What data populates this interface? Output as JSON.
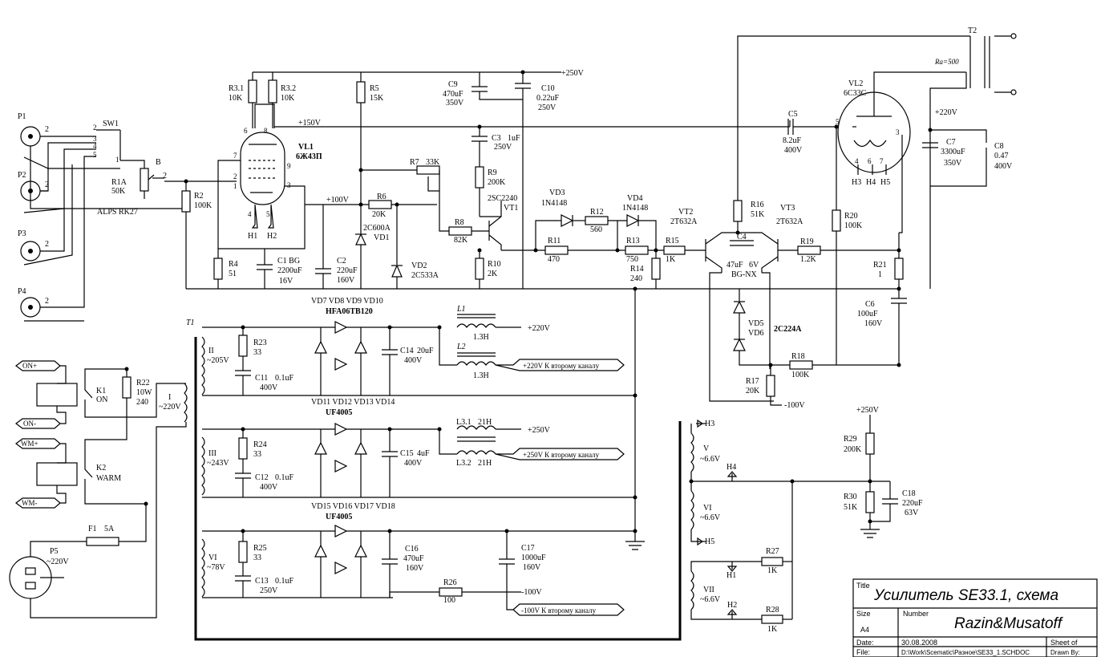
{
  "sources": {
    "p1": {
      "ref": "P1",
      "pin": "2"
    },
    "p2": {
      "ref": "P2",
      "pin": "2"
    },
    "p3": {
      "ref": "P3",
      "pin": "2"
    },
    "p4": {
      "ref": "P4",
      "pin": "2"
    },
    "sw1": {
      "ref": "SW1",
      "pins": [
        "2",
        "3",
        "4",
        "5",
        "1"
      ]
    }
  },
  "input": {
    "r1a": {
      "ref": "R1A",
      "value": "50K",
      "model": "ALPS RK27",
      "wiper": "B",
      "pin": "2"
    },
    "r2": {
      "ref": "R2",
      "value": "100K"
    },
    "r4": {
      "ref": "R4",
      "value": "51"
    },
    "c1": {
      "ref": "C1 BG",
      "value": "2200uF",
      "volt": "16V"
    },
    "c2": {
      "ref": "C2",
      "value": "220uF",
      "volt": "160V"
    },
    "r31": {
      "ref": "R3.1",
      "value": "10K"
    },
    "r32": {
      "ref": "R3.2",
      "value": "10K"
    },
    "r5": {
      "ref": "R5",
      "value": "15K"
    },
    "vl1": {
      "ref": "VL1",
      "model": "6Ж43П",
      "pins": [
        "7",
        "2",
        "1",
        "9",
        "3",
        "4",
        "5",
        "6",
        "8"
      ],
      "heaters": [
        "H1",
        "H2"
      ]
    },
    "v150": "+150V",
    "v100": "+100V",
    "r6": {
      "ref": "R6",
      "value": "20K"
    },
    "vd1": {
      "ref": "VD1",
      "model": "2C600A"
    },
    "vd2": {
      "ref": "VD2",
      "model": "2C533A"
    },
    "r7": {
      "ref": "R7",
      "value": "33K"
    },
    "r8": {
      "ref": "R8",
      "value": "82K"
    },
    "r9": {
      "ref": "R9",
      "value": "200K"
    },
    "r10": {
      "ref": "R10",
      "value": "2K"
    },
    "vt1": {
      "ref": "VT1",
      "model": "2SC2240"
    },
    "c3": {
      "ref": "C3",
      "value": "1uF",
      "volt": "250V"
    },
    "c9": {
      "ref": "C9",
      "value": "470uF",
      "volt": "350V"
    },
    "c10": {
      "ref": "C10",
      "value": "0.22uF",
      "volt": "250V"
    },
    "v250": "+250V"
  },
  "driver": {
    "vd3": {
      "ref": "VD3",
      "model": "1N4148"
    },
    "vd4": {
      "ref": "VD4",
      "model": "1N4148"
    },
    "r11": {
      "ref": "R11",
      "value": "470"
    },
    "r12": {
      "ref": "R12",
      "value": "560"
    },
    "r13": {
      "ref": "R13",
      "value": "750"
    },
    "r14": {
      "ref": "R14",
      "value": "240"
    },
    "r15": {
      "ref": "R15",
      "value": "1K"
    },
    "vt2": {
      "ref": "VT2",
      "model": "2T632A"
    },
    "vt3": {
      "ref": "VT3",
      "model": "2T632A"
    },
    "r16": {
      "ref": "R16",
      "value": "51K"
    },
    "c4": {
      "ref": "C4",
      "value": "47uF",
      "volt": "6V",
      "model": "BG-NX"
    },
    "vd5": {
      "ref": "VD5"
    },
    "vd6": {
      "ref": "VD6",
      "model": "2C224A"
    },
    "r17": {
      "ref": "R17",
      "value": "20K"
    },
    "r18": {
      "ref": "R18",
      "value": "100K"
    },
    "r19": {
      "ref": "R19",
      "value": "1.2K"
    },
    "r20": {
      "ref": "R20",
      "value": "100K"
    },
    "r21": {
      "ref": "R21",
      "value": "1"
    },
    "c5": {
      "ref": "C5",
      "value": "8.2uF",
      "volt": "400V"
    },
    "c6": {
      "ref": "C6",
      "value": "100uF",
      "volt": "160V"
    },
    "vm100": "-100V"
  },
  "output": {
    "vl2": {
      "ref": "VL2",
      "model": "6C33C",
      "pins": [
        "5",
        "3",
        "4",
        "6",
        "7"
      ],
      "heaters": [
        "H3",
        "H4",
        "H5"
      ]
    },
    "t2": {
      "ref": "T2",
      "ra": "Ra=500"
    },
    "v220": "+220V",
    "c7": {
      "ref": "C7",
      "value": "3300uF",
      "volt": "350V"
    },
    "c8": {
      "ref": "C8",
      "value": "0.47",
      "volt": "400V"
    }
  },
  "psu": {
    "t1": "T1",
    "w1": {
      "ref": "I",
      "volt": "~220V"
    },
    "w2": {
      "ref": "II",
      "volt": "~205V"
    },
    "w3": {
      "ref": "III",
      "volt": "~243V"
    },
    "w6": {
      "ref": "VI",
      "volt": "~78V"
    },
    "r23": {
      "ref": "R23",
      "value": "33"
    },
    "c11": {
      "ref": "C11",
      "value": "0.1uF",
      "volt": "400V"
    },
    "r24": {
      "ref": "R24",
      "value": "33"
    },
    "c12": {
      "ref": "C12",
      "value": "0.1uF",
      "volt": "400V"
    },
    "r25": {
      "ref": "R25",
      "value": "33"
    },
    "c13": {
      "ref": "C13",
      "value": "0.1uF",
      "volt": "250V"
    },
    "bridge1": {
      "refs": "VD7 VD8 VD9 VD10",
      "model": "HFA06TB120"
    },
    "bridge2": {
      "refs": "VD11 VD12 VD13 VD14",
      "model": "UF4005"
    },
    "bridge3": {
      "refs": "VD15 VD16 VD17 VD18",
      "model": "UF4005"
    },
    "c14": {
      "ref": "C14",
      "value": "20uF",
      "volt": "400V"
    },
    "c15": {
      "ref": "C15",
      "value": "4uF",
      "volt": "400V"
    },
    "c16": {
      "ref": "C16",
      "value": "470uF",
      "volt": "160V"
    },
    "c17": {
      "ref": "C17",
      "value": "1000uF",
      "volt": "160V"
    },
    "r26": {
      "ref": "R26",
      "value": "100"
    },
    "l1": {
      "ref": "L1",
      "value": "1.3H"
    },
    "l2": {
      "ref": "L2",
      "value": "1.3H"
    },
    "l31": {
      "ref": "L3.1",
      "value": "21H"
    },
    "l32": {
      "ref": "L3.2",
      "value": "21H"
    },
    "out220": "+220V",
    "out220b": "+220V К второму каналу",
    "out250": "+250V",
    "out250b": "+250V К второму каналу",
    "outm100": "-100V",
    "outm100b": "-100V К второму каналу"
  },
  "control": {
    "on_p": "ON+",
    "on_m": "ON-",
    "wm_p": "WM+",
    "wm_m": "WM-",
    "k1": {
      "ref": "K1",
      "label": "ON"
    },
    "k2": {
      "ref": "K2",
      "label": "WARM"
    },
    "r22": {
      "ref": "R22",
      "value": "10W",
      "value2": "240"
    },
    "f1": {
      "ref": "F1",
      "value": "5A"
    },
    "p5": {
      "ref": "P5",
      "volt": "~220V"
    }
  },
  "heater": {
    "w5": {
      "ref": "V",
      "volt": "~6.6V"
    },
    "w6b": {
      "ref": "VI",
      "volt": "~6.6V"
    },
    "w7": {
      "ref": "VII",
      "volt": "~6.6V"
    },
    "h3": "H3",
    "h4": "H4",
    "h5": "H5",
    "h1": "H1",
    "h2": "H2",
    "r27": {
      "ref": "R27",
      "value": "1K"
    },
    "r28": {
      "ref": "R28",
      "value": "1K"
    },
    "r29": {
      "ref": "R29",
      "value": "200K"
    },
    "r30": {
      "ref": "R30",
      "value": "51K"
    },
    "c18": {
      "ref": "C18",
      "value": "220uF",
      "volt": "63V"
    },
    "v250": "+250V"
  },
  "titleblock": {
    "title_lbl": "Title",
    "title": "Усилитель SE33.1, схема",
    "size_lbl": "Size",
    "size": "A4",
    "number_lbl": "Number",
    "number": "Razin&Musatoff",
    "date_lbl": "Date:",
    "date": "30.08.2008",
    "sheet_lbl": "Sheet   of",
    "file_lbl": "File:",
    "file": "D:\\Work\\Scematic\\Разное\\SE33_1.SCHDOC",
    "drawn_lbl": "Drawn By:"
  }
}
